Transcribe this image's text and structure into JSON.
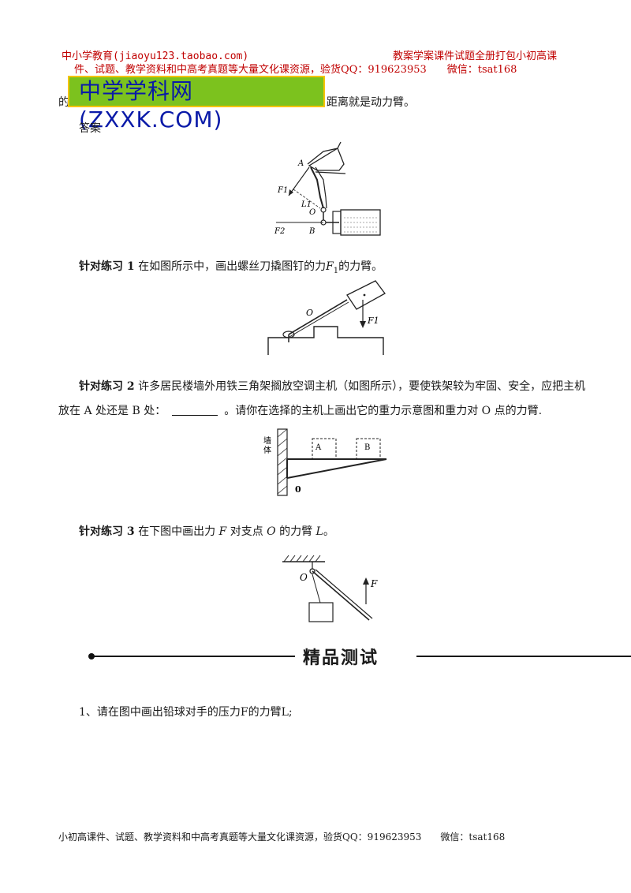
{
  "header": {
    "left": "中小学教育(jiaoyu123.taobao.com)",
    "right": "教案学案课件试题全册打包小初高课",
    "line2": "件、试题、教学资料和中高考真题等大量文化课资源，验货QQ：919623953　　微信：tsat168"
  },
  "watermark": {
    "text": "中学学科网(ZXXK.COM)"
  },
  "intro": {
    "prefix": "的",
    "suffix": "距离就是动力臂。"
  },
  "answer_label": "答案",
  "fig1": {
    "labels": [
      "A",
      "F1",
      "L1",
      "O",
      "F2",
      "B"
    ]
  },
  "ex1": {
    "title": "针对练习 1",
    "text_a": "在如图所示中，画出螺丝刀撬图钉的力",
    "var": "F",
    "sub": "1",
    "text_b": "的力臂。",
    "fig_labels": [
      "O",
      "F1"
    ]
  },
  "ex2": {
    "title": "针对练习 2",
    "line1": "许多居民楼墙外用铁三角架搁放空调主机（如图所示），要使铁架较为牢固、安全，应把主机",
    "line2a": "放在 A 处还是 B 处：",
    "line2b": "。请你在选择的主机上画出它的重力示意图和重力对 O 点的力臂.",
    "fig_labels": {
      "wall": "墙体",
      "a": "A",
      "b": "B",
      "o": "0"
    }
  },
  "ex3": {
    "title": "针对练习 3",
    "text_a": "在下图中画出力",
    "var_f": "F",
    "text_b": "对支点",
    "var_o": "O",
    "text_c": "的力臂",
    "var_l": "L",
    "text_d": "。",
    "fig_labels": [
      "O",
      "F"
    ]
  },
  "section": {
    "title": "精品测试"
  },
  "q1": {
    "text": "1、请在图中画出铅球对手的压力F的力臂L;"
  },
  "footer": {
    "text": "小初高课件、试题、教学资料和中高考真题等大量文化课资源，验货QQ：919623953　　微信：tsat168"
  }
}
